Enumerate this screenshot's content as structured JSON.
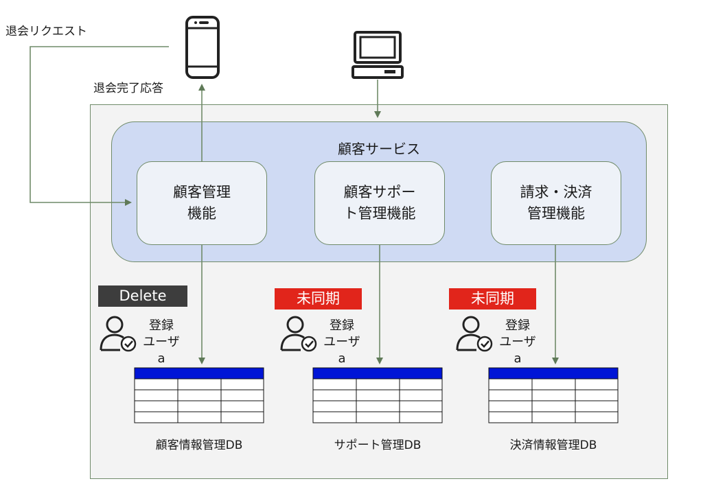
{
  "labels": {
    "withdraw_request": "退会リクエスト",
    "withdraw_complete": "退会完了応答"
  },
  "service": {
    "title": "顧客サービス"
  },
  "functions": [
    {
      "label": "顧客管理\n機能"
    },
    {
      "label": "顧客サポー\nト管理機能"
    },
    {
      "label": "請求・決済\n管理機能"
    }
  ],
  "badges": [
    "Delete",
    "未同期",
    "未同期"
  ],
  "user": {
    "label": "登録\nユーザa"
  },
  "databases": [
    "顧客情報管理DB",
    "サポート管理DB",
    "決済情報管理DB"
  ],
  "colors": {
    "outer_bg": "#f3f3f3",
    "service_bg": "#cfdaf3",
    "function_bg": "#eef2f8",
    "line": "#6f8a68",
    "delete_badge": "#3d3d3d",
    "unsync_badge": "#e1251b",
    "db_header": "#0015d6"
  },
  "icons": {
    "client_1": "smartphone-icon",
    "client_2": "desktop-pc-icon",
    "user": "user-check-icon"
  }
}
